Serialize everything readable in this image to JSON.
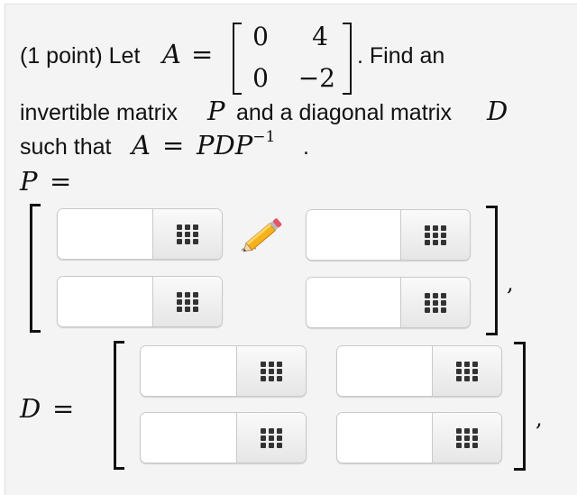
{
  "problem": {
    "points_label": "(1 point) Let",
    "matrix_var": "A",
    "equals": "=",
    "matrix_A": [
      [
        "0",
        "4"
      ],
      [
        "0",
        "−2"
      ]
    ],
    "after_matrix": ". Find an",
    "line2_a": "invertible matrix",
    "line2_P": "P",
    "line2_b": "and a diagonal matrix",
    "line2_D": "D",
    "line3_a": "such that",
    "line3_eq_A": "A",
    "line3_eq": "=",
    "line3_PDP": "PDP",
    "line3_sup": "−1",
    "line3_end": "."
  },
  "answer_P": {
    "label_var": "P",
    "label_eq": "=",
    "cells": [
      [
        "",
        ""
      ],
      [
        "",
        ""
      ]
    ],
    "trailing": ","
  },
  "answer_D": {
    "label_var": "D",
    "label_eq": "=",
    "cells": [
      [
        "",
        ""
      ],
      [
        "",
        ""
      ]
    ],
    "trailing": ","
  },
  "icons": {
    "keypad": "keypad-grid-icon",
    "edit": "pencil-icon"
  }
}
